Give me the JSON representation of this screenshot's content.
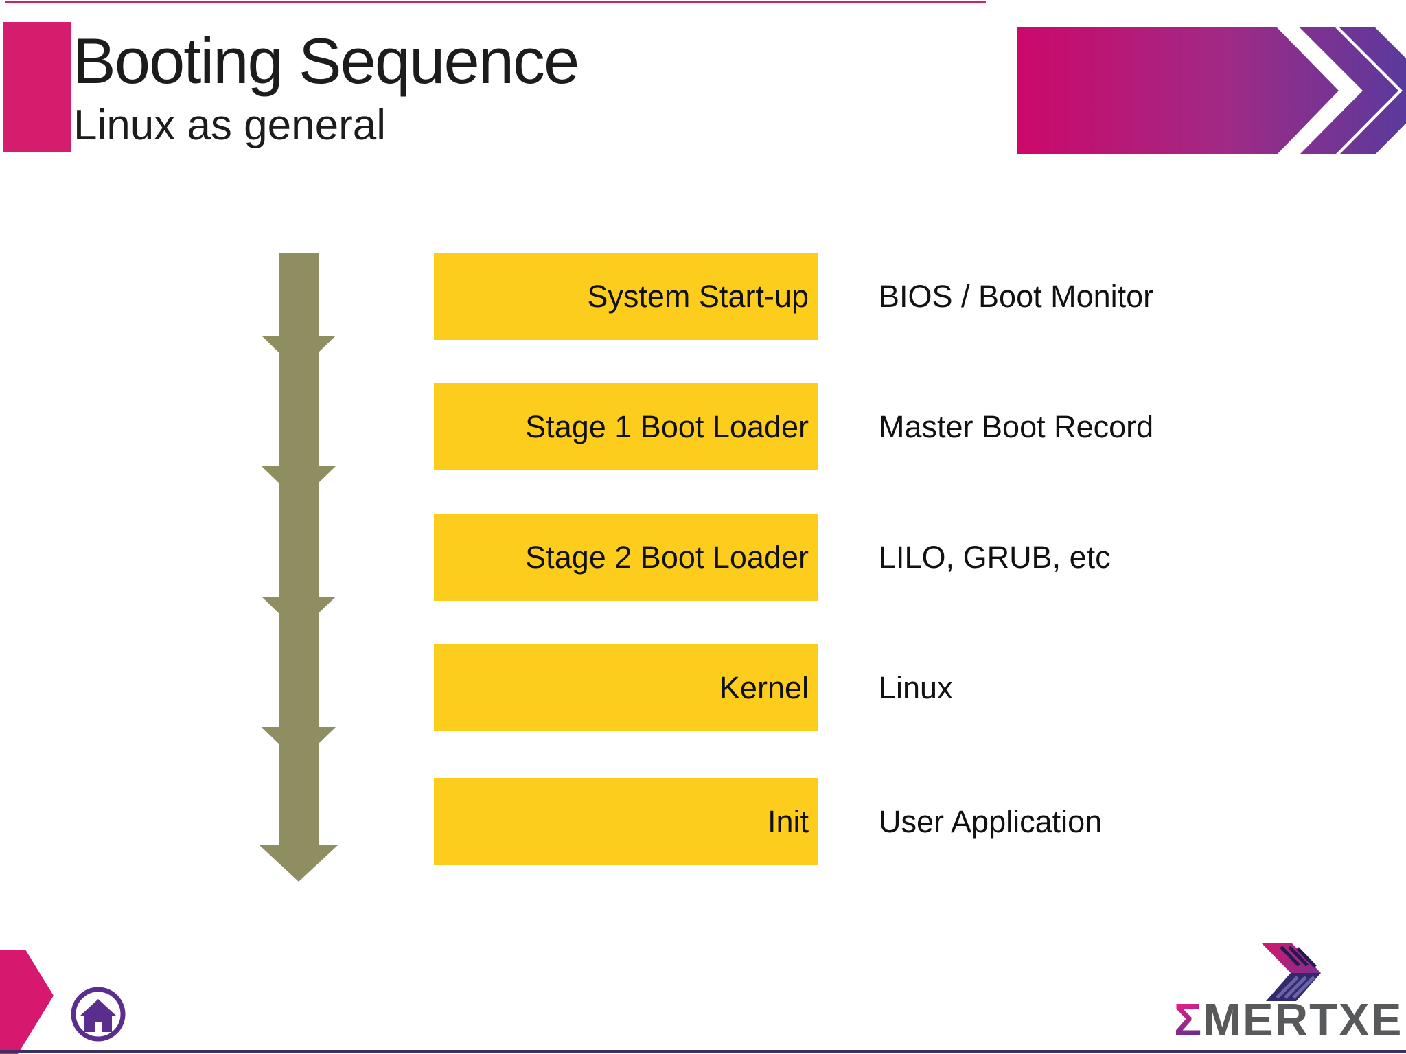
{
  "slide": {
    "title": "Booting Sequence",
    "subtitle": "Linux as general"
  },
  "flow": {
    "rows": [
      {
        "box": "System Start-up",
        "label": "BIOS / Boot Monitor"
      },
      {
        "box": "Stage 1 Boot Loader",
        "label": "Master Boot Record"
      },
      {
        "box": "Stage 2 Boot Loader",
        "label": "LILO, GRUB, etc"
      },
      {
        "box": "Kernel",
        "label": "Linux"
      },
      {
        "box": "Init",
        "label": "User Application"
      }
    ]
  },
  "footer": {
    "logo_sigma": "Σ",
    "logo_name": "MERTXE"
  },
  "icons": {
    "home": "home-icon",
    "flow_arrow": "down-arrow-icon",
    "header_arrow": "chevron-right-arrow-icon",
    "logo_mark": "double-chevron-logo-icon"
  },
  "colors": {
    "accent_pink": "#d41d6d",
    "box_yellow": "#fccd1d",
    "arrow_olive": "#8e8e60",
    "icon_purple": "#5b2d8e",
    "logo_gray": "#58595b",
    "gradient_start": "#ce0769",
    "gradient_end": "#5a3a9c",
    "bottom_rule": "#3a3160",
    "text_black": "#1a1a1a"
  }
}
